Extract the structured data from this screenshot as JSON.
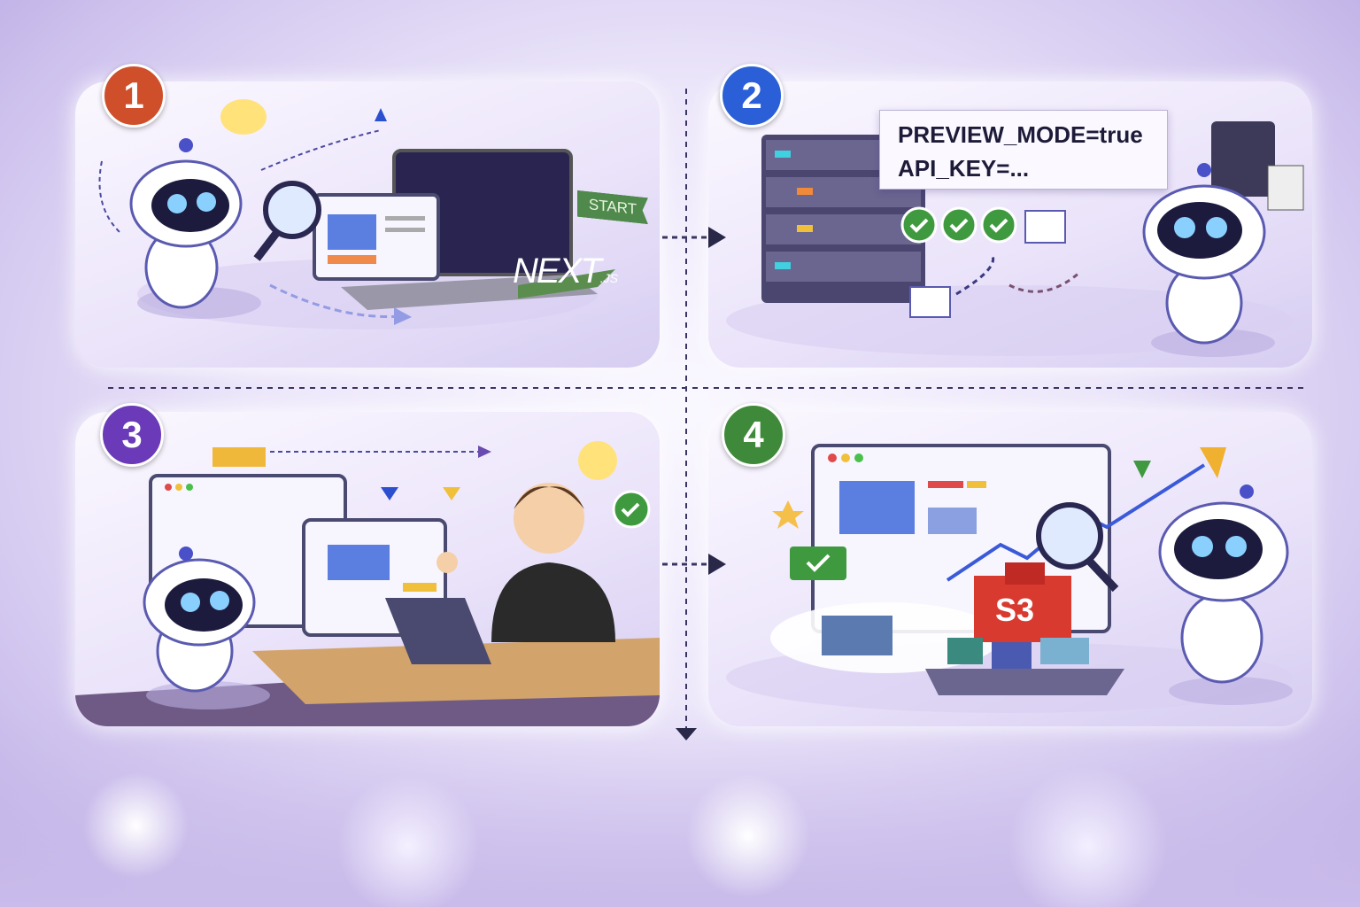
{
  "steps": [
    {
      "number": "1",
      "color": "#cf4f2a"
    },
    {
      "number": "2",
      "color": "#2a5fd8"
    },
    {
      "number": "3",
      "color": "#6a3ab8"
    },
    {
      "number": "4",
      "color": "#3f8a3a"
    }
  ],
  "panel1": {
    "logo_text": "NEXT",
    "logo_suffix": ".JS",
    "flag_label": "START"
  },
  "panel2": {
    "env_lines": [
      "PREVIEW_MODE=true",
      "API_KEY=..."
    ]
  },
  "panel4": {
    "bucket_label": "S3"
  }
}
